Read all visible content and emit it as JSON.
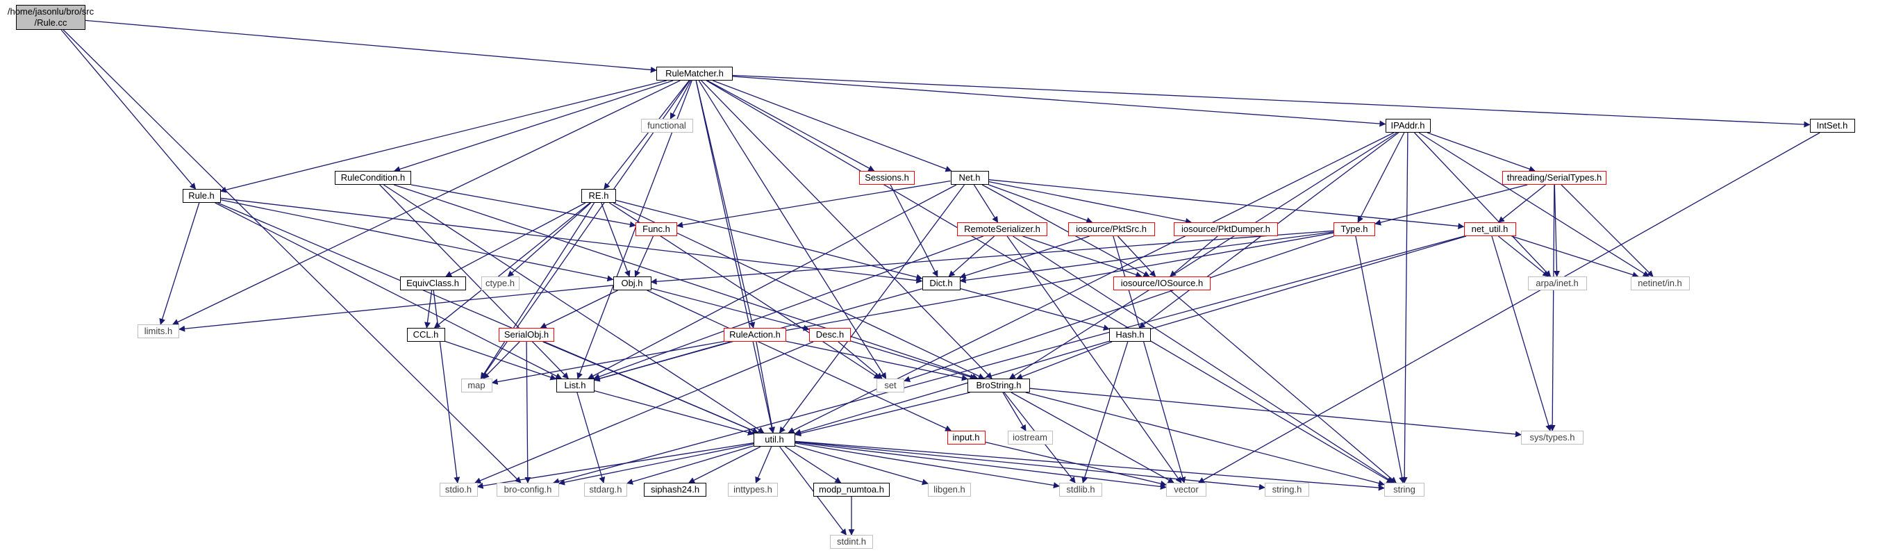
{
  "graph": {
    "edge_color": "#191970",
    "colors": {
      "root_fill": "#bfbfbf",
      "normal_border": "#000000",
      "truncated_border": "#ff0000",
      "system_border": "#bfbfbf"
    },
    "nodes": [
      {
        "id": "rule_cc",
        "label": "/home/jasonlu/bro/src\n/Rule.cc",
        "kind": "root"
      },
      {
        "id": "rulematcher_h",
        "label": "RuleMatcher.h",
        "kind": "normal"
      },
      {
        "id": "rule_h",
        "label": "Rule.h",
        "kind": "normal"
      },
      {
        "id": "functional",
        "label": "functional",
        "kind": "system"
      },
      {
        "id": "intset_h",
        "label": "IntSet.h",
        "kind": "normal"
      },
      {
        "id": "ipaddr_h",
        "label": "IPAddr.h",
        "kind": "normal"
      },
      {
        "id": "rulecondition_h",
        "label": "RuleCondition.h",
        "kind": "normal"
      },
      {
        "id": "sessions_h",
        "label": "Sessions.h",
        "kind": "truncated"
      },
      {
        "id": "net_h",
        "label": "Net.h",
        "kind": "normal"
      },
      {
        "id": "serialtypes_h",
        "label": "threading/SerialTypes.h",
        "kind": "truncated"
      },
      {
        "id": "re_h",
        "label": "RE.h",
        "kind": "normal"
      },
      {
        "id": "func_h",
        "label": "Func.h",
        "kind": "truncated"
      },
      {
        "id": "remoteserializer_h",
        "label": "RemoteSerializer.h",
        "kind": "truncated"
      },
      {
        "id": "pktsrc_h",
        "label": "iosource/PktSrc.h",
        "kind": "truncated"
      },
      {
        "id": "pktdumper_h",
        "label": "iosource/PktDumper.h",
        "kind": "truncated"
      },
      {
        "id": "type_h",
        "label": "Type.h",
        "kind": "truncated"
      },
      {
        "id": "net_util_h",
        "label": "net_util.h",
        "kind": "truncated"
      },
      {
        "id": "equivclass_h",
        "label": "EquivClass.h",
        "kind": "normal"
      },
      {
        "id": "ctype_h",
        "label": "ctype.h",
        "kind": "system"
      },
      {
        "id": "obj_h",
        "label": "Obj.h",
        "kind": "normal"
      },
      {
        "id": "dict_h",
        "label": "Dict.h",
        "kind": "normal"
      },
      {
        "id": "iosource_h",
        "label": "iosource/IOSource.h",
        "kind": "truncated"
      },
      {
        "id": "arpa_inet_h",
        "label": "arpa/inet.h",
        "kind": "system"
      },
      {
        "id": "netinet_in_h",
        "label": "netinet/in.h",
        "kind": "system"
      },
      {
        "id": "limits_h",
        "label": "limits.h",
        "kind": "system"
      },
      {
        "id": "ccl_h",
        "label": "CCL.h",
        "kind": "normal"
      },
      {
        "id": "serialobj_h",
        "label": "SerialObj.h",
        "kind": "truncated"
      },
      {
        "id": "ruleaction_h",
        "label": "RuleAction.h",
        "kind": "truncated"
      },
      {
        "id": "desc_h",
        "label": "Desc.h",
        "kind": "truncated"
      },
      {
        "id": "hash_h",
        "label": "Hash.h",
        "kind": "normal"
      },
      {
        "id": "map",
        "label": "map",
        "kind": "system"
      },
      {
        "id": "list_h",
        "label": "List.h",
        "kind": "normal"
      },
      {
        "id": "set",
        "label": "set",
        "kind": "system"
      },
      {
        "id": "brostring_h",
        "label": "BroString.h",
        "kind": "normal"
      },
      {
        "id": "input_h",
        "label": "input.h",
        "kind": "truncated"
      },
      {
        "id": "iostream",
        "label": "iostream",
        "kind": "system"
      },
      {
        "id": "sys_types_h",
        "label": "sys/types.h",
        "kind": "system"
      },
      {
        "id": "util_h",
        "label": "util.h",
        "kind": "normal"
      },
      {
        "id": "stdio_h",
        "label": "stdio.h",
        "kind": "system"
      },
      {
        "id": "bro_config_h",
        "label": "bro-config.h",
        "kind": "system"
      },
      {
        "id": "stdarg_h",
        "label": "stdarg.h",
        "kind": "system"
      },
      {
        "id": "siphash24_h",
        "label": "siphash24.h",
        "kind": "normal"
      },
      {
        "id": "inttypes_h",
        "label": "inttypes.h",
        "kind": "system"
      },
      {
        "id": "modp_numtoa_h",
        "label": "modp_numtoa.h",
        "kind": "normal"
      },
      {
        "id": "libgen_h",
        "label": "libgen.h",
        "kind": "system"
      },
      {
        "id": "stdlib_h",
        "label": "stdlib.h",
        "kind": "system"
      },
      {
        "id": "vector",
        "label": "vector",
        "kind": "system"
      },
      {
        "id": "string_h",
        "label": "string.h",
        "kind": "system"
      },
      {
        "id": "string",
        "label": "string",
        "kind": "system"
      },
      {
        "id": "stdint_h",
        "label": "stdint.h",
        "kind": "system"
      }
    ],
    "edges": [
      [
        "rule_cc",
        "rulematcher_h"
      ],
      [
        "rule_cc",
        "rule_h"
      ],
      [
        "rule_cc",
        "bro_config_h"
      ],
      [
        "rulematcher_h",
        "rule_h"
      ],
      [
        "rulematcher_h",
        "functional"
      ],
      [
        "rulematcher_h",
        "intset_h"
      ],
      [
        "rulematcher_h",
        "ipaddr_h"
      ],
      [
        "rulematcher_h",
        "rulecondition_h"
      ],
      [
        "rulematcher_h",
        "sessions_h"
      ],
      [
        "rulematcher_h",
        "net_h"
      ],
      [
        "rulematcher_h",
        "re_h"
      ],
      [
        "rulematcher_h",
        "ruleaction_h"
      ],
      [
        "rulematcher_h",
        "list_h"
      ],
      [
        "rulematcher_h",
        "set"
      ],
      [
        "rulematcher_h",
        "brostring_h"
      ],
      [
        "rulematcher_h",
        "limits_h"
      ],
      [
        "rulematcher_h",
        "map"
      ],
      [
        "rulematcher_h",
        "util_h"
      ],
      [
        "rulematcher_h",
        "string"
      ],
      [
        "rule_h",
        "obj_h"
      ],
      [
        "rule_h",
        "dict_h"
      ],
      [
        "rule_h",
        "list_h"
      ],
      [
        "rule_h",
        "limits_h"
      ],
      [
        "rule_h",
        "util_h"
      ],
      [
        "intset_h",
        "vector"
      ],
      [
        "ipaddr_h",
        "serialtypes_h"
      ],
      [
        "ipaddr_h",
        "type_h"
      ],
      [
        "ipaddr_h",
        "hash_h"
      ],
      [
        "ipaddr_h",
        "brostring_h"
      ],
      [
        "ipaddr_h",
        "util_h"
      ],
      [
        "ipaddr_h",
        "arpa_inet_h"
      ],
      [
        "ipaddr_h",
        "netinet_in_h"
      ],
      [
        "ipaddr_h",
        "string"
      ],
      [
        "rulecondition_h",
        "func_h"
      ],
      [
        "rulecondition_h",
        "list_h"
      ],
      [
        "rulecondition_h",
        "util_h"
      ],
      [
        "rulecondition_h",
        "brostring_h"
      ],
      [
        "sessions_h",
        "dict_h"
      ],
      [
        "net_h",
        "func_h"
      ],
      [
        "net_h",
        "remoteserializer_h"
      ],
      [
        "net_h",
        "pktsrc_h"
      ],
      [
        "net_h",
        "pktdumper_h"
      ],
      [
        "net_h",
        "net_util_h"
      ],
      [
        "net_h",
        "iosource_h"
      ],
      [
        "net_h",
        "list_h"
      ],
      [
        "net_h",
        "util_h"
      ],
      [
        "serialtypes_h",
        "type_h"
      ],
      [
        "serialtypes_h",
        "net_util_h"
      ],
      [
        "serialtypes_h",
        "arpa_inet_h"
      ],
      [
        "serialtypes_h",
        "netinet_in_h"
      ],
      [
        "serialtypes_h",
        "sys_types_h"
      ],
      [
        "re_h",
        "equivclass_h"
      ],
      [
        "re_h",
        "ctype_h"
      ],
      [
        "re_h",
        "obj_h"
      ],
      [
        "re_h",
        "dict_h"
      ],
      [
        "re_h",
        "ccl_h"
      ],
      [
        "re_h",
        "map"
      ],
      [
        "re_h",
        "set"
      ],
      [
        "re_h",
        "brostring_h"
      ],
      [
        "func_h",
        "obj_h"
      ],
      [
        "remoteserializer_h",
        "dict_h"
      ],
      [
        "remoteserializer_h",
        "iosource_h"
      ],
      [
        "remoteserializer_h",
        "list_h"
      ],
      [
        "remoteserializer_h",
        "string"
      ],
      [
        "remoteserializer_h",
        "vector"
      ],
      [
        "pktsrc_h",
        "dict_h"
      ],
      [
        "pktsrc_h",
        "iosource_h"
      ],
      [
        "pktsrc_h",
        "vector"
      ],
      [
        "pktdumper_h",
        "iosource_h"
      ],
      [
        "type_h",
        "obj_h"
      ],
      [
        "type_h",
        "dict_h"
      ],
      [
        "type_h",
        "map"
      ],
      [
        "type_h",
        "set"
      ],
      [
        "type_h",
        "string"
      ],
      [
        "net_util_h",
        "arpa_inet_h"
      ],
      [
        "net_util_h",
        "netinet_in_h"
      ],
      [
        "net_util_h",
        "sys_types_h"
      ],
      [
        "net_util_h",
        "util_h"
      ],
      [
        "net_util_h",
        "bro_config_h"
      ],
      [
        "equivclass_h",
        "ccl_h"
      ],
      [
        "equivclass_h",
        "stdio_h"
      ],
      [
        "obj_h",
        "limits_h"
      ],
      [
        "obj_h",
        "serialobj_h"
      ],
      [
        "obj_h",
        "desc_h"
      ],
      [
        "obj_h",
        "input_h"
      ],
      [
        "dict_h",
        "list_h"
      ],
      [
        "dict_h",
        "hash_h"
      ],
      [
        "iosource_h",
        "string"
      ],
      [
        "ccl_h",
        "list_h"
      ],
      [
        "serialobj_h",
        "map"
      ],
      [
        "serialobj_h",
        "util_h"
      ],
      [
        "serialobj_h",
        "bro_config_h"
      ],
      [
        "ruleaction_h",
        "util_h"
      ],
      [
        "ruleaction_h",
        "list_h"
      ],
      [
        "ruleaction_h",
        "brostring_h"
      ],
      [
        "desc_h",
        "set"
      ],
      [
        "desc_h",
        "brostring_h"
      ],
      [
        "desc_h",
        "stdio_h"
      ],
      [
        "hash_h",
        "brostring_h"
      ],
      [
        "hash_h",
        "stdlib_h"
      ],
      [
        "list_h",
        "util_h"
      ],
      [
        "list_h",
        "stdarg_h"
      ],
      [
        "brostring_h",
        "util_h"
      ],
      [
        "brostring_h",
        "iostream"
      ],
      [
        "brostring_h",
        "stdlib_h"
      ],
      [
        "brostring_h",
        "vector"
      ],
      [
        "brostring_h",
        "string"
      ],
      [
        "brostring_h",
        "sys_types_h"
      ],
      [
        "input_h",
        "vector"
      ],
      [
        "util_h",
        "stdio_h"
      ],
      [
        "util_h",
        "bro_config_h"
      ],
      [
        "util_h",
        "stdarg_h"
      ],
      [
        "util_h",
        "siphash24_h"
      ],
      [
        "util_h",
        "inttypes_h"
      ],
      [
        "util_h",
        "modp_numtoa_h"
      ],
      [
        "util_h",
        "libgen_h"
      ],
      [
        "util_h",
        "stdlib_h"
      ],
      [
        "util_h",
        "vector"
      ],
      [
        "util_h",
        "string_h"
      ],
      [
        "util_h",
        "string"
      ],
      [
        "util_h",
        "stdint_h"
      ],
      [
        "modp_numtoa_h",
        "stdint_h"
      ]
    ]
  }
}
